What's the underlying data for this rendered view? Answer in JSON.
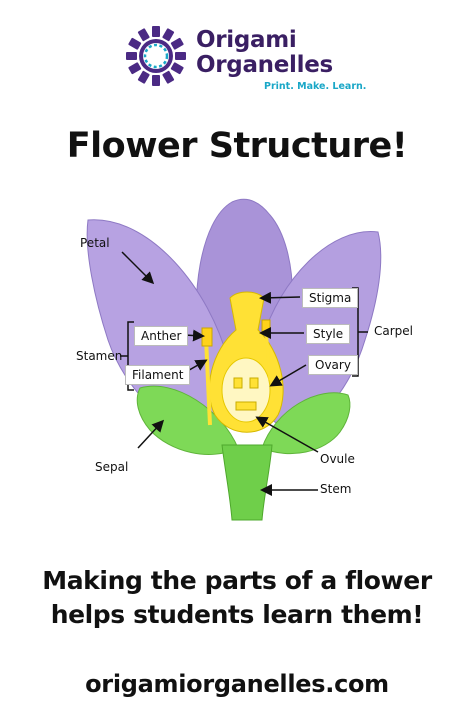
{
  "logo": {
    "line1": "Origami",
    "line2": "Organelles",
    "tagline": "Print. Make. Learn."
  },
  "title": "Flower Structure!",
  "labels": {
    "petal": "Petal",
    "stamen": "Stamen",
    "anther": "Anther",
    "filament": "Filament",
    "sepal": "Sepal",
    "stigma": "Stigma",
    "style": "Style",
    "ovary": "Ovary",
    "carpel": "Carpel",
    "ovule": "Ovule",
    "stem": "Stem"
  },
  "footer": {
    "line1": "Making the parts of a flower",
    "line2": "helps students learn them!",
    "url": "origamiorganelles.com"
  },
  "colors": {
    "logo_purple": "#4b2a84",
    "logo_teal": "#1aa7c7",
    "petal": "#b79ee0",
    "leaf_green": "#7ed957",
    "carpel_yellow": "#ffe135"
  }
}
